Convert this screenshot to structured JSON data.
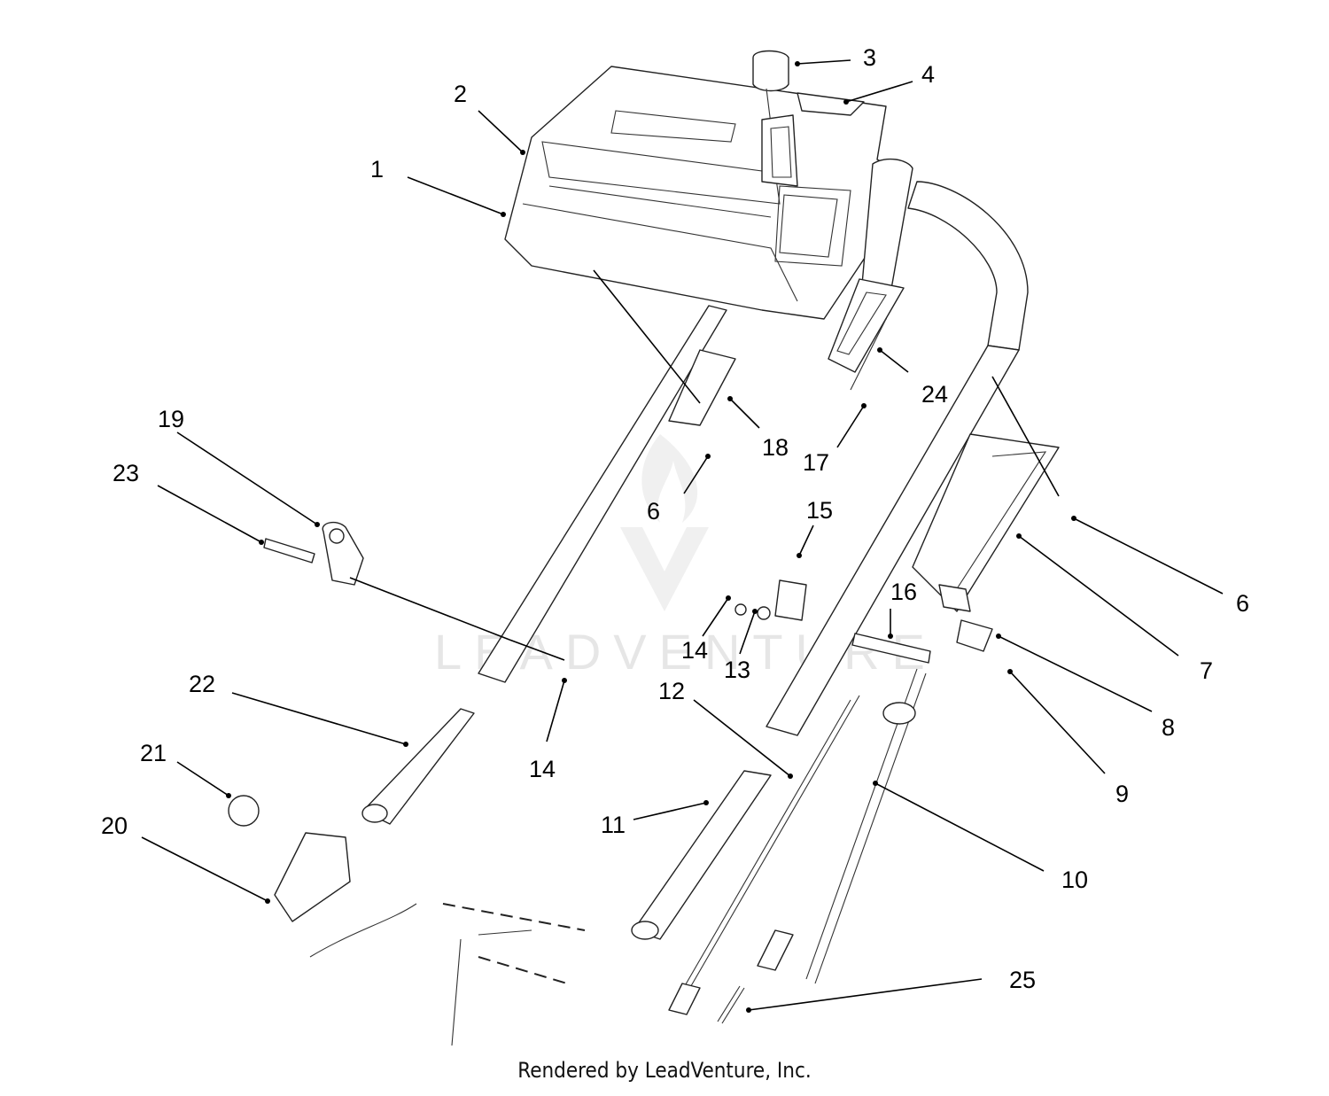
{
  "diagram": {
    "callouts": [
      {
        "id": "c1",
        "label": "1"
      },
      {
        "id": "c2",
        "label": "2"
      },
      {
        "id": "c3",
        "label": "3"
      },
      {
        "id": "c4",
        "label": "4"
      },
      {
        "id": "c6a",
        "label": "6"
      },
      {
        "id": "c6b",
        "label": "6"
      },
      {
        "id": "c7",
        "label": "7"
      },
      {
        "id": "c8",
        "label": "8"
      },
      {
        "id": "c9",
        "label": "9"
      },
      {
        "id": "c10",
        "label": "10"
      },
      {
        "id": "c11",
        "label": "11"
      },
      {
        "id": "c12",
        "label": "12"
      },
      {
        "id": "c13",
        "label": "13"
      },
      {
        "id": "c14a",
        "label": "14"
      },
      {
        "id": "c14b",
        "label": "14"
      },
      {
        "id": "c15",
        "label": "15"
      },
      {
        "id": "c16",
        "label": "16"
      },
      {
        "id": "c17",
        "label": "17"
      },
      {
        "id": "c18",
        "label": "18"
      },
      {
        "id": "c19",
        "label": "19"
      },
      {
        "id": "c20",
        "label": "20"
      },
      {
        "id": "c21",
        "label": "21"
      },
      {
        "id": "c22",
        "label": "22"
      },
      {
        "id": "c23",
        "label": "23"
      },
      {
        "id": "c24",
        "label": "24"
      },
      {
        "id": "c25",
        "label": "25"
      }
    ],
    "watermark": "LEADVENTURE",
    "credit": "Rendered by LeadVenture, Inc."
  }
}
